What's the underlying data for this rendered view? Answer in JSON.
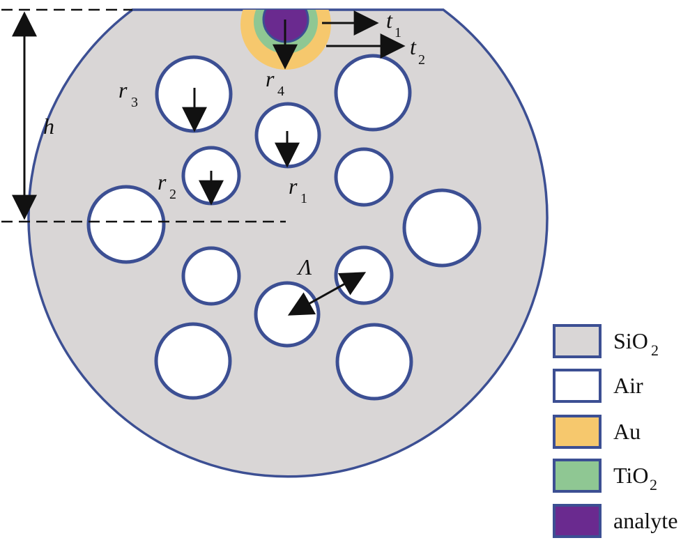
{
  "colors": {
    "sio2": "#d9d6d6",
    "air": "#ffffff",
    "au": "#f6c86d",
    "tio2": "#8fc793",
    "analyte": "#6a2a8f",
    "outline": "#3c4f93",
    "arrow": "#111111"
  },
  "labels": {
    "h": "h",
    "r": "r",
    "r1_sub": "1",
    "r2_sub": "2",
    "r3_sub": "3",
    "r4_sub": "4",
    "t": "t",
    "t1_sub": "1",
    "t2_sub": "2",
    "lambda": "Λ"
  },
  "legend": [
    {
      "key": "sio2",
      "text": "SiO",
      "sub": "2"
    },
    {
      "key": "air",
      "text": "Air",
      "sub": ""
    },
    {
      "key": "au",
      "text": "Au",
      "sub": ""
    },
    {
      "key": "tio2",
      "text": "TiO",
      "sub": "2"
    },
    {
      "key": "analyte",
      "text": "analyte",
      "sub": ""
    }
  ]
}
